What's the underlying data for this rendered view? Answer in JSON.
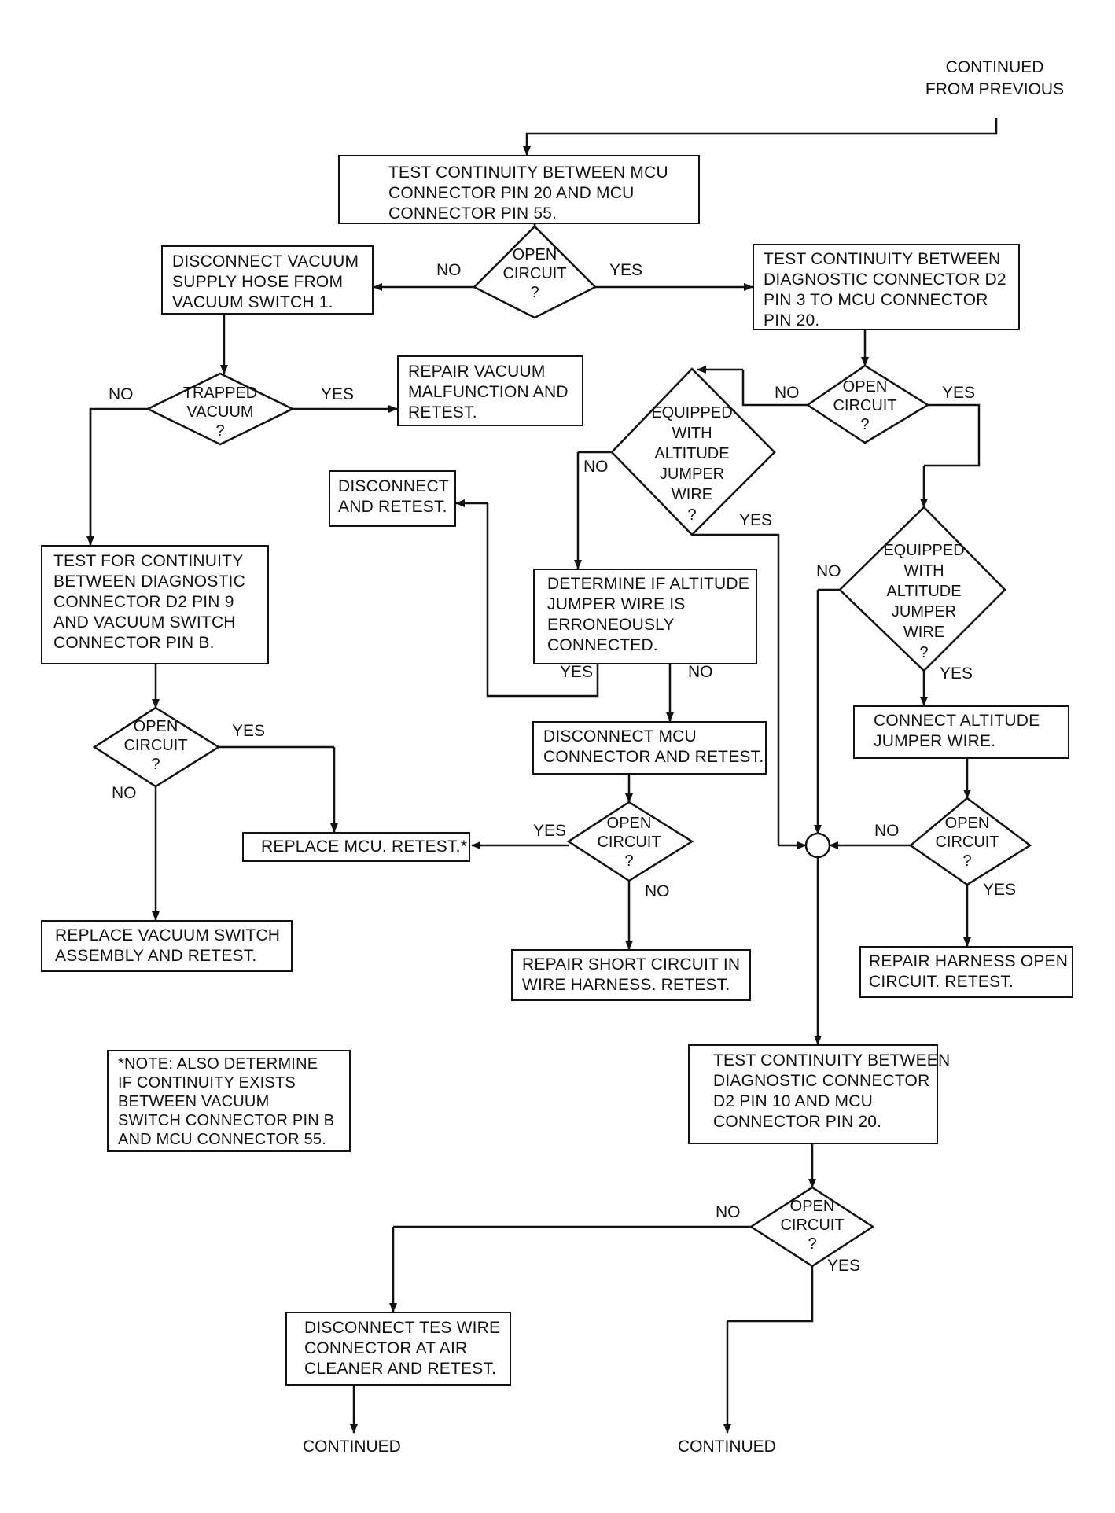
{
  "header": {
    "line1": "CONTINUED",
    "line2": "FROM PREVIOUS"
  },
  "boxes": {
    "test_pin20_pin55": [
      "TEST CONTINUITY BETWEEN MCU",
      "CONNECTOR PIN 20 AND MCU",
      "CONNECTOR PIN 55."
    ],
    "disconnect_vacuum_hose": [
      "DISCONNECT VACUUM",
      "SUPPLY HOSE FROM",
      "VACUUM SWITCH 1."
    ],
    "test_d2_pin3": [
      "TEST CONTINUITY BETWEEN",
      "DIAGNOSTIC CONNECTOR D2",
      "PIN 3 TO MCU CONNECTOR",
      "PIN 20."
    ],
    "repair_vacuum": [
      "REPAIR VACUUM",
      "MALFUNCTION AND",
      "RETEST."
    ],
    "disconnect_retest": [
      "DISCONNECT",
      "AND RETEST."
    ],
    "test_d2_pin9": [
      "TEST FOR CONTINUITY",
      "BETWEEN DIAGNOSTIC",
      "CONNECTOR D2 PIN 9",
      "AND VACUUM SWITCH",
      "CONNECTOR PIN B."
    ],
    "determine_jumper": [
      "DETERMINE IF ALTITUDE",
      "JUMPER WIRE IS",
      "ERRONEOUSLY",
      "CONNECTED."
    ],
    "disconnect_mcu": [
      "DISCONNECT MCU",
      "CONNECTOR AND RETEST."
    ],
    "connect_jumper": [
      "CONNECT ALTITUDE",
      "JUMPER WIRE."
    ],
    "replace_mcu": [
      "REPLACE MCU.  RETEST.*"
    ],
    "replace_vacuum_switch": [
      "REPLACE VACUUM SWITCH",
      "ASSEMBLY AND RETEST."
    ],
    "repair_short": [
      "REPAIR SHORT CIRCUIT IN",
      "WIRE HARNESS.  RETEST."
    ],
    "repair_open": [
      "REPAIR HARNESS OPEN",
      "CIRCUIT.  RETEST."
    ],
    "note": [
      "*NOTE:  ALSO DETERMINE",
      "IF CONTINUITY EXISTS",
      "BETWEEN VACUUM",
      "SWITCH CONNECTOR PIN B",
      "AND MCU CONNECTOR 55."
    ],
    "test_d2_pin10": [
      "TEST CONTINUITY BETWEEN",
      "DIAGNOSTIC CONNECTOR",
      "D2 PIN 10 AND MCU",
      "CONNECTOR PIN 20."
    ],
    "disconnect_tes": [
      "DISCONNECT TES WIRE",
      "CONNECTOR AT AIR",
      "CLEANER AND RETEST."
    ]
  },
  "decisions": {
    "open_circuit": [
      "OPEN",
      "CIRCUIT",
      "?"
    ],
    "trapped_vacuum": [
      "TRAPPED",
      "VACUUM",
      "?"
    ],
    "equipped_jumper": [
      "EQUIPPED",
      "WITH",
      "ALTITUDE",
      "JUMPER",
      "WIRE",
      "?"
    ]
  },
  "labels": {
    "yes": "YES",
    "no": "NO"
  },
  "footer": {
    "continued": "CONTINUED"
  }
}
